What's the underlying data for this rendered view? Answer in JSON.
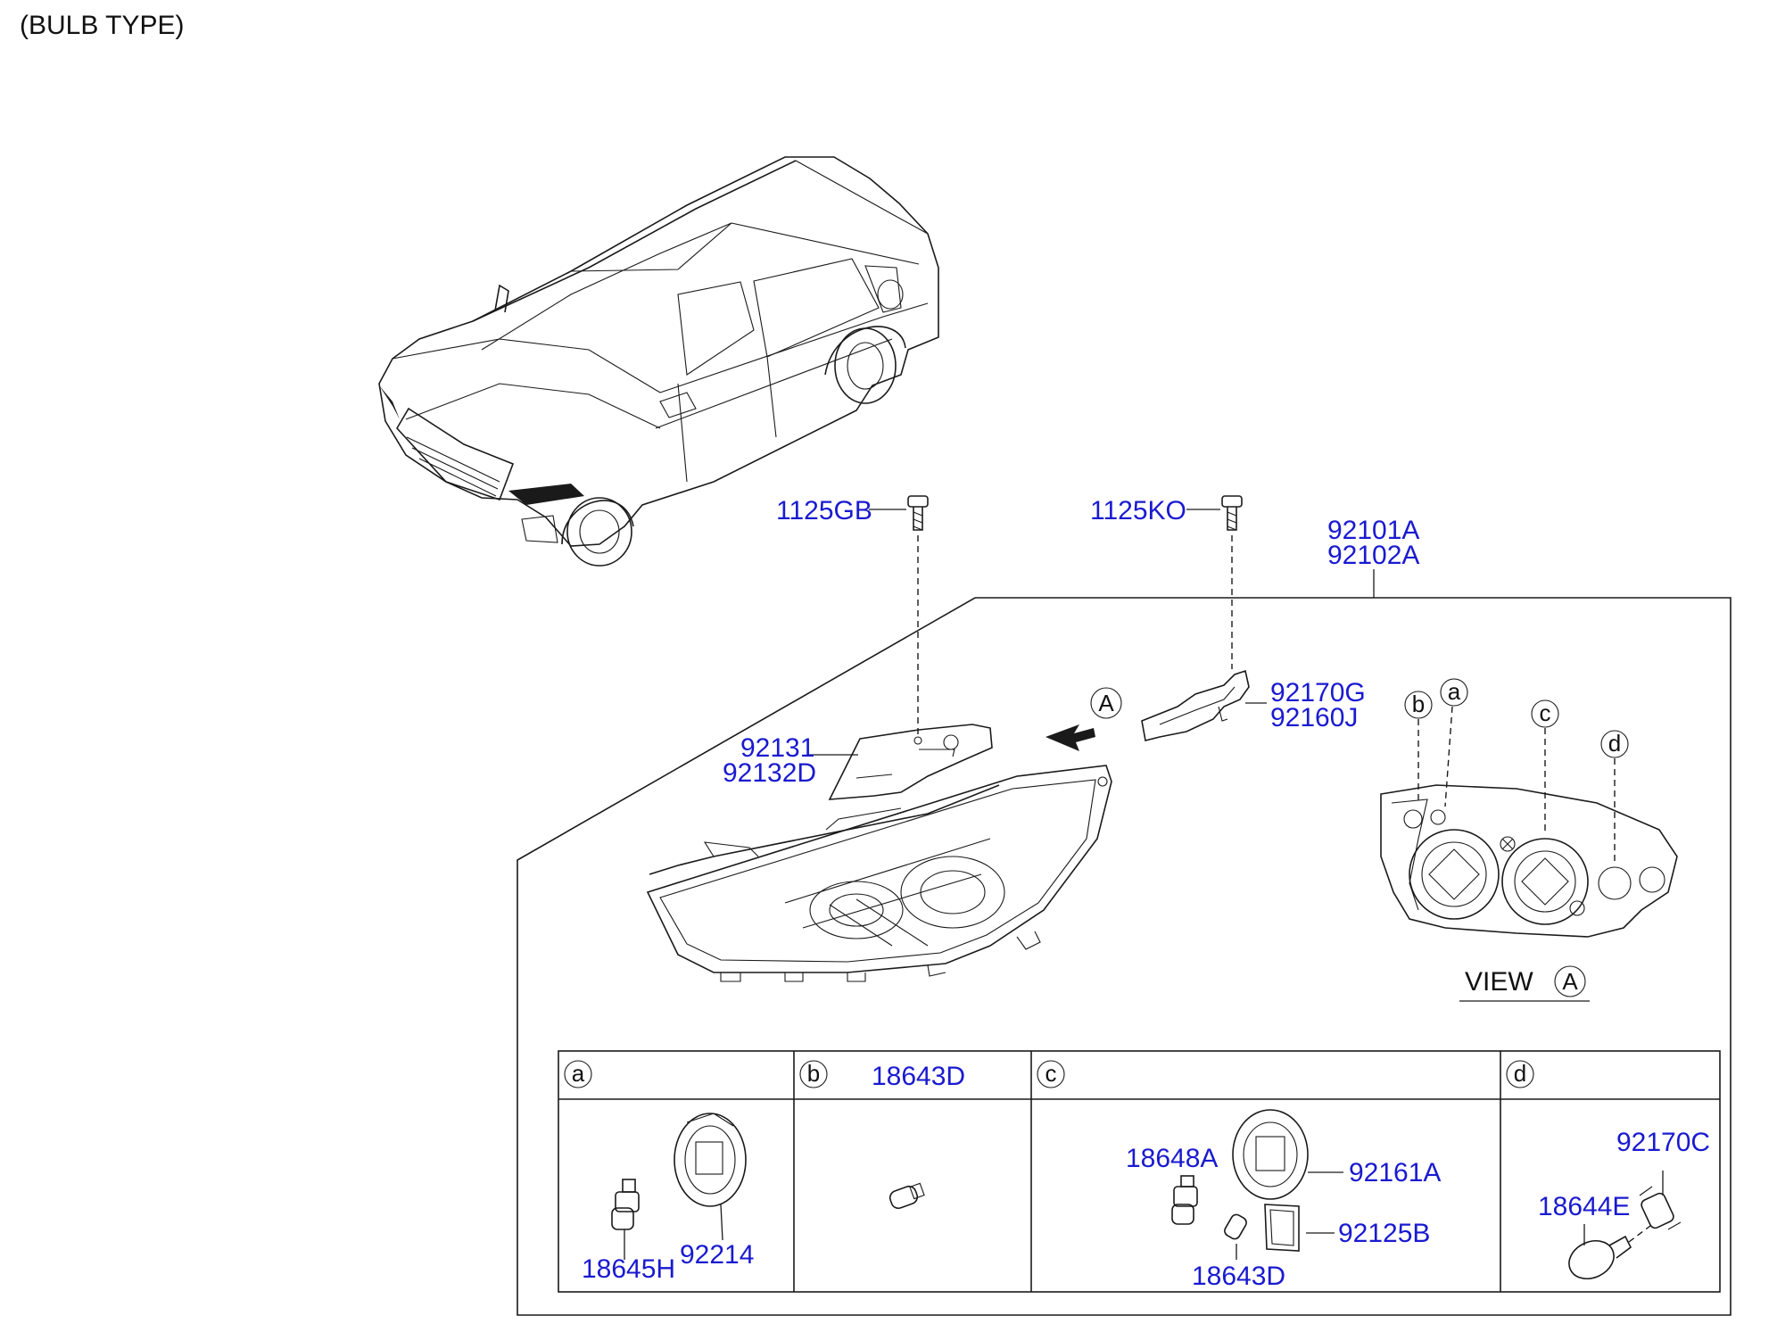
{
  "header": {
    "title": "(BULB TYPE)"
  },
  "colors": {
    "part_number": "#1a1ad0",
    "line": "#1a1a1a"
  },
  "callouts": {
    "screw_left": "1125GB",
    "screw_right": "1125KO",
    "headlamp_lh": "92101A",
    "headlamp_rh": "92102A",
    "bracket_1": "92170G",
    "bracket_2": "92160J",
    "cover_1": "92131",
    "cover_2": "92132D"
  },
  "view": {
    "label": "VIEW",
    "ref": "A",
    "arrow_ref": "A",
    "markers": [
      "b",
      "a",
      "c",
      "d"
    ]
  },
  "detail_table": {
    "headers": [
      {
        "letter": "a",
        "part": ""
      },
      {
        "letter": "b",
        "part": "18643D"
      },
      {
        "letter": "c",
        "part": ""
      },
      {
        "letter": "d",
        "part": ""
      }
    ],
    "cell_a": {
      "bulb": "18645H",
      "cap": "92214"
    },
    "cell_c": {
      "bulb": "18648A",
      "cap": "92161A",
      "small_bulb": "18643D",
      "gasket": "92125B"
    },
    "cell_d": {
      "socket": "92170C",
      "bulb": "18644E"
    }
  }
}
